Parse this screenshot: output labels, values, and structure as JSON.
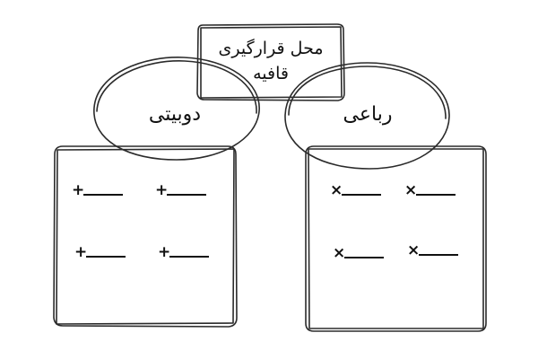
{
  "title": {
    "line1": "محل قرارگیری",
    "line2": "قافیه"
  },
  "colors": {
    "left_oval": "#3ddc9e",
    "left_box": "#9af0d6",
    "right_oval": "#f47aa7",
    "right_box": "#ffc5c9",
    "title_box": "#ced3da"
  },
  "forms": [
    {
      "name": "دوبیتی",
      "marks": [
        "+",
        "+",
        "+",
        "+"
      ]
    },
    {
      "name": "رباعی",
      "marks": [
        "×",
        "×",
        "×",
        "×"
      ]
    }
  ]
}
